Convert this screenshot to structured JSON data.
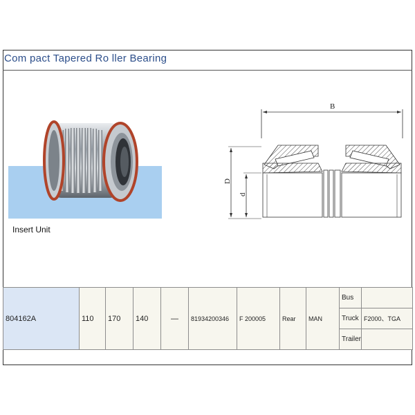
{
  "title": "Com pact Tapered Ro ller Bearing",
  "insert_caption": "Insert Unit",
  "drawing": {
    "label_B": "B",
    "label_D": "D",
    "label_d": "d"
  },
  "table": {
    "model": "804162A",
    "d": "110",
    "D": "170",
    "B": "140",
    "dash": "—",
    "oe_number": "81934200346",
    "ref": "F 200005",
    "position": "Rear",
    "brand": "MAN",
    "apps": [
      {
        "label": "Bus",
        "value": ""
      },
      {
        "label": "Truck",
        "value": "F2000、TGA"
      },
      {
        "label": "Trailer",
        "value": ""
      }
    ]
  },
  "colors": {
    "title": "#2c4e8a",
    "water": "#a9cff0",
    "model_cell": "#dbe6f5",
    "cell": "#f7f6ee",
    "seal_ring": "#b0442a"
  }
}
